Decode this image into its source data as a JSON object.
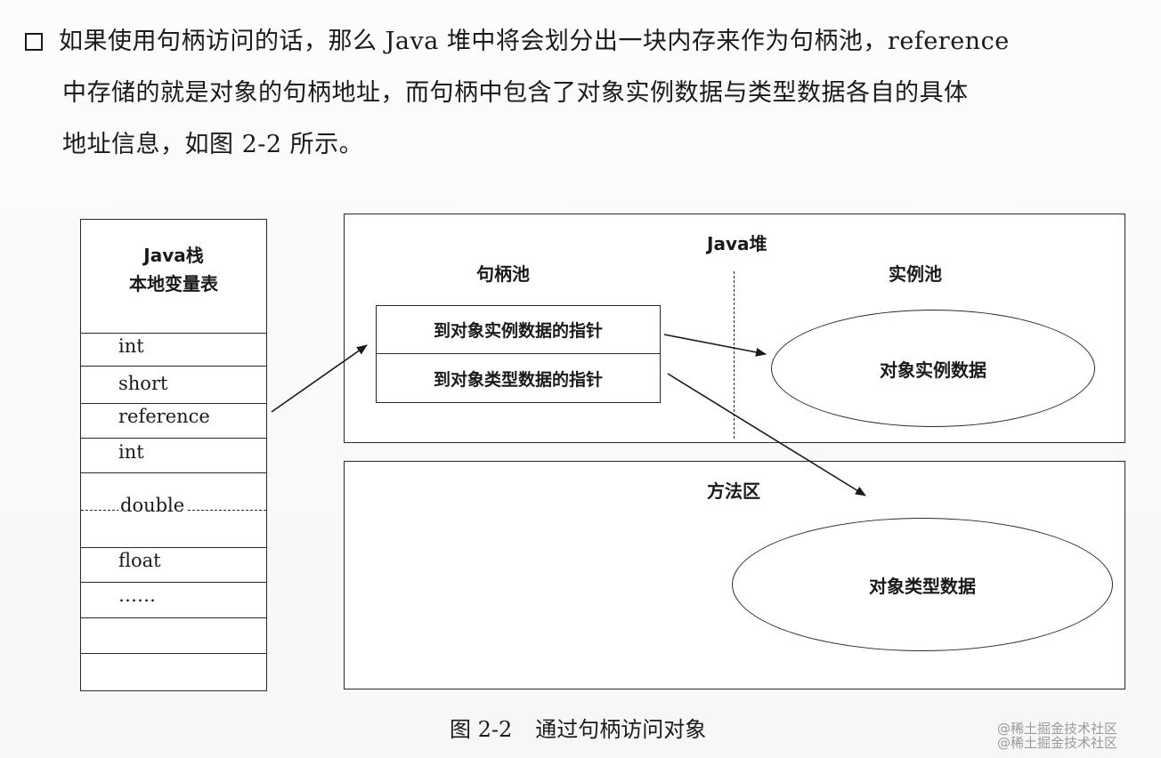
{
  "paragraph": {
    "line1": "如果使用句柄访问的话，那么 Java 堆中将会划分出一块内存来作为句柄池，reference",
    "line2": "中存储的就是对象的句柄地址，而句柄中包含了对象实例数据与类型数据各自的具体",
    "line3": "地址信息，如图 2-2 所示。"
  },
  "diagram": {
    "stack": {
      "title_line1": "Java栈",
      "title_line2": "本地变量表",
      "rows": [
        "int",
        "short",
        "reference",
        "int",
        "double",
        "float",
        "……"
      ]
    },
    "heap": {
      "title": "Java堆",
      "handle_pool_label": "句柄池",
      "instance_pool_label": "实例池",
      "handle_rows": [
        "到对象实例数据的指针",
        "到对象类型数据的指针"
      ],
      "instance_data_label": "对象实例数据"
    },
    "method_area": {
      "title": "方法区",
      "type_data_label": "对象类型数据"
    }
  },
  "caption": {
    "number": "图 2-2",
    "text": "通过句柄访问对象"
  },
  "watermark": {
    "line1": "@稀土掘金技术社区",
    "line2": "@稀土掘金技术社区"
  }
}
